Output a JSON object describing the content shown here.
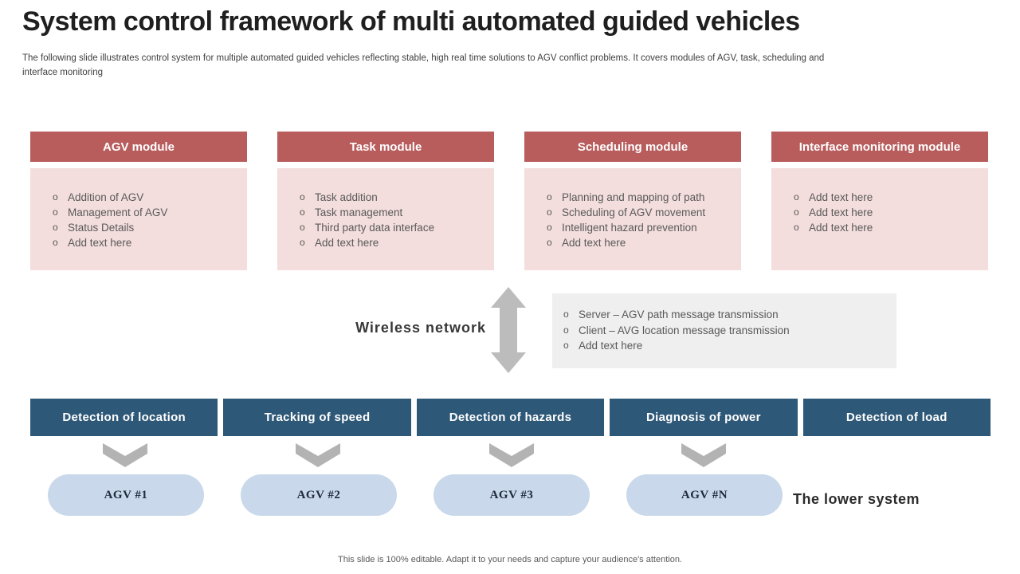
{
  "slide": {
    "title": "System control framework of multi automated guided vehicles",
    "subtitle": "The following slide illustrates control system for multiple automated guided vehicles reflecting stable, high real time solutions to AGV conflict problems. It covers modules of AGV, task, scheduling and interface monitoring",
    "footer": "This slide is 100% editable. Adapt it to your needs and capture your audience's attention."
  },
  "modules": [
    {
      "title": "AGV module",
      "items": [
        "Addition of AGV",
        "Management of AGV",
        "Status Details",
        "Add text here"
      ]
    },
    {
      "title": "Task module",
      "items": [
        "Task addition",
        "Task management",
        "Third party data interface",
        "Add text here"
      ]
    },
    {
      "title": "Scheduling module",
      "items": [
        "Planning and mapping of path",
        "Scheduling of AGV movement",
        "Intelligent hazard prevention",
        "Add text here"
      ]
    },
    {
      "title": "Interface monitoring module",
      "items": [
        "Add text here",
        "Add text here",
        "Add text here"
      ]
    }
  ],
  "network": {
    "label": "Wireless network",
    "items": [
      "Server – AGV path message transmission",
      "Client – AVG location message transmission",
      "Add text here"
    ]
  },
  "detection_row": [
    "Detection of location",
    "Tracking of speed",
    "Detection of hazards",
    "Diagnosis of power",
    "Detection of load"
  ],
  "agvs": [
    "AGV #1",
    "AGV #2",
    "AGV #3",
    "AGV #N"
  ],
  "lower_system_label": "The lower system",
  "icons": {
    "double_arrow": "vertical double-headed arrow",
    "chevron_down": "downward chevron arrow"
  },
  "colors": {
    "module_header": "#b85c5c",
    "module_body": "#f3dedd",
    "detect_box": "#2e5878",
    "agv_pill": "#c9d8ea",
    "network_box": "#efefef",
    "arrow_gray": "#bcbcbc",
    "chevron_gray": "#b3b3b3",
    "body_text": "#595959",
    "title_text": "#1f1f1f"
  }
}
